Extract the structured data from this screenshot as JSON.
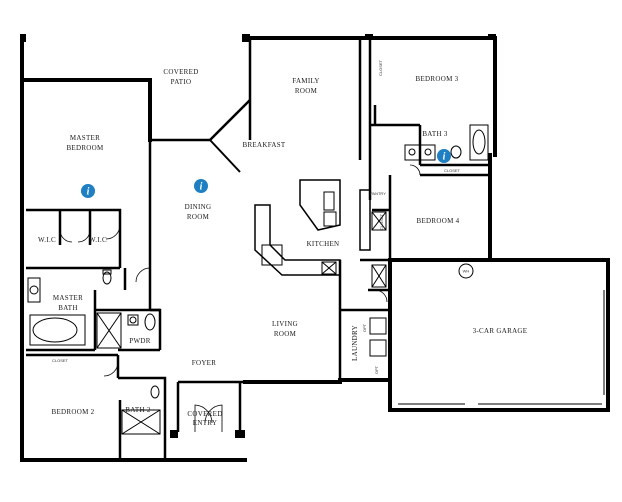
{
  "colors": {
    "wall": "#000000",
    "pin": "#1e7fc2",
    "background": "#ffffff"
  },
  "rooms": {
    "covered_patio": [
      "COVERED",
      "PATIO"
    ],
    "family_room": [
      "FAMILY",
      "ROOM"
    ],
    "bedroom_3": [
      "BEDROOM 3"
    ],
    "master_bedroom": [
      "MASTER",
      "BEDROOM"
    ],
    "breakfast": [
      "BREAKFAST"
    ],
    "bath_3": [
      "BATH 3"
    ],
    "dining_room": [
      "DINING",
      "ROOM"
    ],
    "bedroom_4": [
      "BEDROOM 4"
    ],
    "wic_left": [
      "W.I.C"
    ],
    "wic_right": [
      "W.I.C"
    ],
    "kitchen": [
      "KITCHEN"
    ],
    "master_bath": [
      "MASTER",
      "BATH"
    ],
    "garage": [
      "3-CAR GARAGE"
    ],
    "living_room": [
      "LIVING",
      "ROOM"
    ],
    "pwdr": [
      "PWDR"
    ],
    "laundry": [
      "LAUNDRY"
    ],
    "foyer": [
      "FOYER"
    ],
    "bedroom_2": [
      "BEDROOM 2"
    ],
    "bath_2": [
      "BATH 2"
    ],
    "covered_entry": [
      "COVERED",
      "ENTRY"
    ]
  },
  "small_labels": {
    "closet": "CLOSET",
    "pantry": "PANTRY",
    "opt": "OPT",
    "wh": "WH"
  },
  "info_pins": [
    {
      "id": "master-bedroom",
      "glyph": "i"
    },
    {
      "id": "dining-room",
      "glyph": "i"
    },
    {
      "id": "bath-3",
      "glyph": "i"
    }
  ]
}
